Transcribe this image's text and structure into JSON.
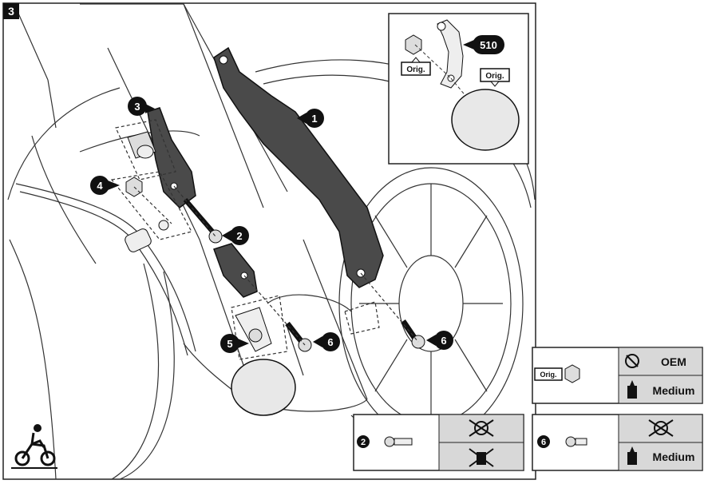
{
  "step_number": "3",
  "callouts": {
    "c1": "1",
    "c2": "2",
    "c3": "3",
    "c4": "4",
    "c5": "5",
    "c6a": "6",
    "c6b": "6",
    "c510": "510"
  },
  "orig_tags": {
    "nut_tag": "Orig.",
    "reflector_tag": "Orig."
  },
  "legend_orig": {
    "tag": "Orig.",
    "torque": "OEM",
    "threadlock": "Medium"
  },
  "legend_part2": {
    "number": "2"
  },
  "legend_part6": {
    "number": "6",
    "threadlock": "Medium"
  },
  "icons": {
    "torque": "torque-wrench-icon",
    "no_torque": "no-torque-icon",
    "threadlock": "threadlocker-bottle-icon",
    "no_threadlock": "no-threadlocker-icon",
    "motorcycle": "motorcycle-rider-icon"
  },
  "colors": {
    "line": "#1a1a1a",
    "bracket_fill": "#4a4a4a",
    "panel_fill": "#f0f0f0",
    "legend_gray": "#d8d8d8"
  }
}
